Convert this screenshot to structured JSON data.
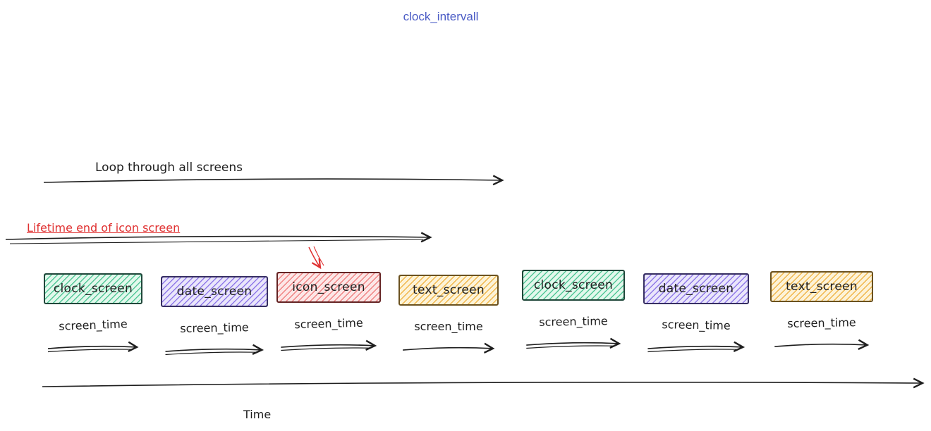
{
  "title": {
    "text": "clock_intervall",
    "color": "#4a5bc5"
  },
  "annotations": {
    "loop_label": "Loop through all screens",
    "lifetime_label": "Lifetime end of icon screen",
    "lifetime_color": "#e03131",
    "time_label": "Time",
    "screen_time_label": "screen_time",
    "arrow_color": "#1e1e1e"
  },
  "screens": [
    {
      "label": "clock_screen",
      "fill": "#e2f8ec",
      "hatch": "#52c797",
      "stroke": "#20473a"
    },
    {
      "label": "date_screen",
      "fill": "#eae6fb",
      "hatch": "#8f79e8",
      "stroke": "#372f63"
    },
    {
      "label": "icon_screen",
      "fill": "#fde7e7",
      "hatch": "#f08383",
      "stroke": "#642424"
    },
    {
      "label": "text_screen",
      "fill": "#fdf3d8",
      "hatch": "#f0b64a",
      "stroke": "#6b5220"
    },
    {
      "label": "clock_screen",
      "fill": "#e2f8ec",
      "hatch": "#52c797",
      "stroke": "#20473a"
    },
    {
      "label": "date_screen",
      "fill": "#eae6fb",
      "hatch": "#8f79e8",
      "stroke": "#372f63"
    },
    {
      "label": "text_screen",
      "fill": "#fdf3d8",
      "hatch": "#f0b64a",
      "stroke": "#6b5220"
    }
  ]
}
